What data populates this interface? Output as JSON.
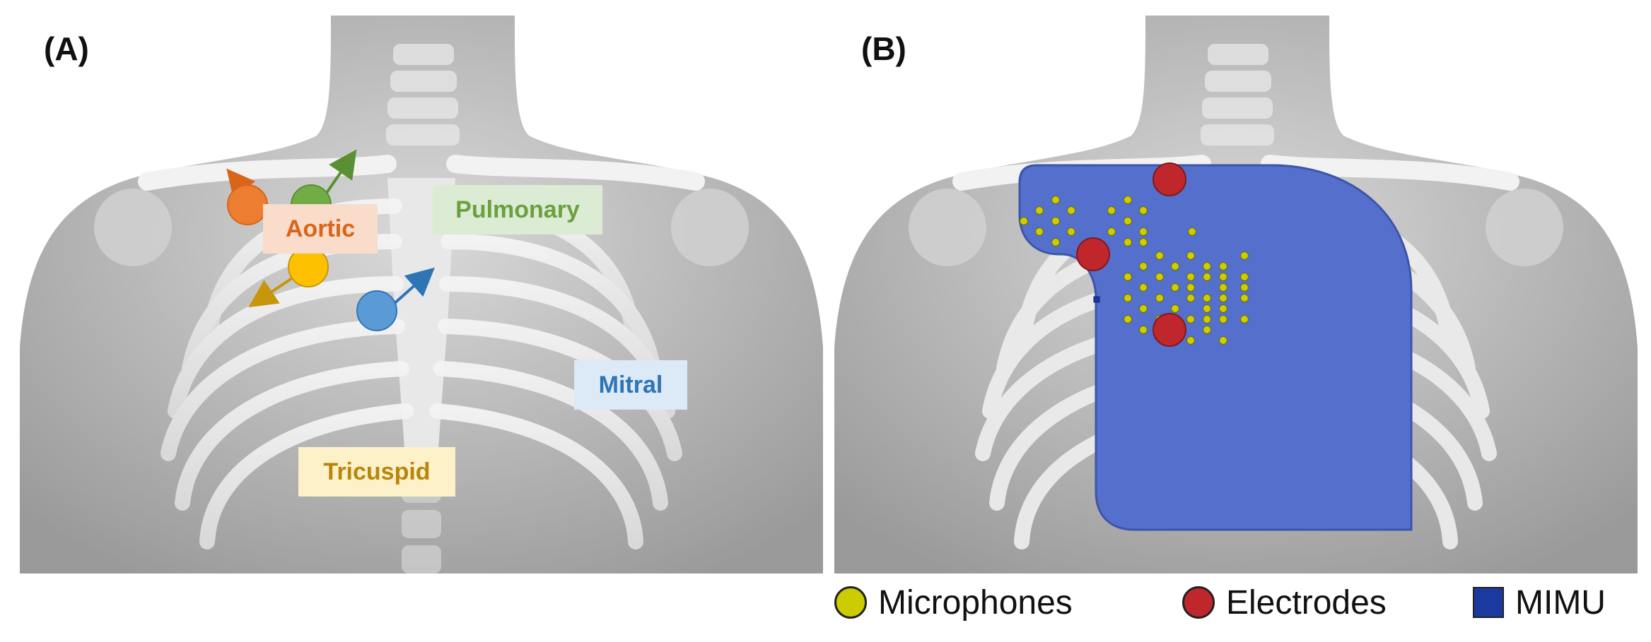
{
  "panels": {
    "a": {
      "label": "(A)"
    },
    "b": {
      "label": "(B)"
    }
  },
  "valves": [
    {
      "name": "aortic",
      "label": "Aortic",
      "color": "#e87722",
      "box_color": "#f9dcc9",
      "text_color": "#d9651a"
    },
    {
      "name": "pulmonary",
      "label": "Pulmonary",
      "color": "#6aa13f",
      "box_color": "#dcebd3",
      "text_color": "#6aa13f"
    },
    {
      "name": "tricuspid",
      "label": "Tricuspid",
      "color": "#ffc000",
      "box_color": "#fdf1c9",
      "text_color": "#b8860b"
    },
    {
      "name": "mitral",
      "label": "Mitral",
      "color": "#5b9bd5",
      "box_color": "#dce9f6",
      "text_color": "#2e75b6"
    }
  ],
  "device": {
    "patch_color": "#5470cc",
    "microphone_color": "#cccc00",
    "electrode_color": "#c0272d",
    "mimu_color": "#1a3aa0"
  },
  "legend": [
    {
      "name": "microphones",
      "label": "Microphones",
      "shape": "circle",
      "color": "#cccc00"
    },
    {
      "name": "electrodes",
      "label": "Electrodes",
      "shape": "circle",
      "color": "#c0272d"
    },
    {
      "name": "mimu",
      "label": "MIMU",
      "shape": "square",
      "color": "#1a3aa0"
    }
  ]
}
